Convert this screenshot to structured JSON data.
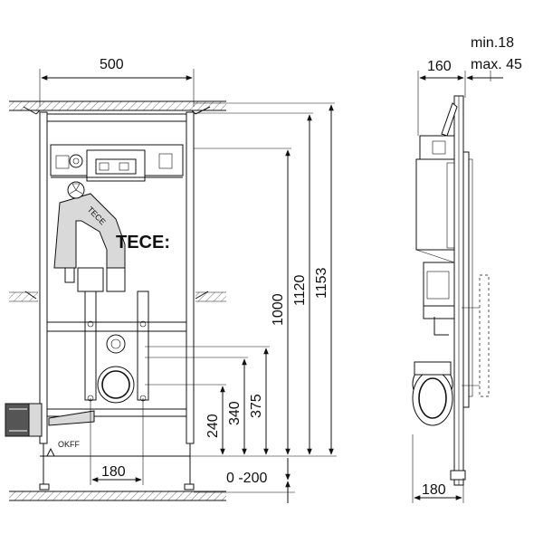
{
  "front_view": {
    "width_label": "500",
    "height_labels": [
      "1000",
      "1120",
      "1153"
    ],
    "pipe_heights": [
      "240",
      "340",
      "375"
    ],
    "bottom_width_label": "180",
    "adjust_label": "0 -200",
    "floor_label": "OKFF",
    "brand": "TECE:",
    "badge_text": "TECE"
  },
  "side_view": {
    "depth_label": "160",
    "gap_min_label": "min.18",
    "gap_max_label": "max. 45",
    "bottom_label": "180"
  }
}
